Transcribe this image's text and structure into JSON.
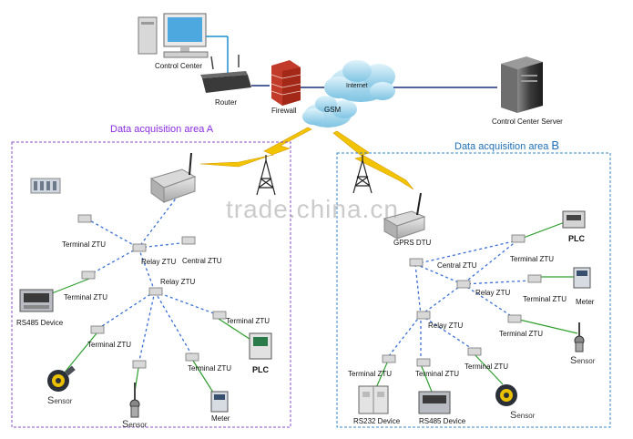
{
  "top": {
    "control_center": "Control Center",
    "router": "Router",
    "firewall": "Firewall",
    "internet": "Internet",
    "gsm": "GSM",
    "server": "Control Center Server"
  },
  "areas": {
    "a_title": "Data acquisition area A",
    "b_title_prefix": "Data acquisition area ",
    "b_title_letter": "B"
  },
  "area_a": {
    "terminal_ztu_1": "Terminal ZTU",
    "relay_ztu_1": "Relay ZTU",
    "central_ztu": "Central ZTU",
    "terminal_ztu_2": "Terminal ZTU",
    "rs485": "RS485 Device",
    "relay_ztu_2": "Relay ZTU",
    "terminal_ztu_3": "Terminal ZTU",
    "terminal_ztu_4": "Terminal ZTU",
    "terminal_ztu_5": "Terminal ZTU",
    "plc": "PLC",
    "meter": "Meter",
    "sensor_1_cap": "S",
    "sensor_1_rest": "ensor",
    "sensor_2_cap": "S",
    "sensor_2_rest": "ensor"
  },
  "area_b": {
    "gprs_dtu": "GPRS DTU",
    "central_ztu": "Central ZTU",
    "terminal_ztu_1": "Terminal ZTU",
    "plc": "PLC",
    "relay_ztu_1": "Relay ZTU",
    "terminal_ztu_2": "Terminal ZTU",
    "meter": "Meter",
    "relay_ztu_2": "Relay ZTU",
    "terminal_ztu_3": "Terminal ZTU",
    "terminal_ztu_4": "Terminal ZTU",
    "terminal_ztu_5": "Terminal ZTU",
    "terminal_ztu_6": "Terminal ZTU",
    "rs232": "RS232 Device",
    "rs485": "RS485 Device",
    "sensor_1_cap": "S",
    "sensor_1_rest": "ensor",
    "sensor_2_cap": "S",
    "sensor_2_rest": "ensor"
  },
  "watermark": "trade.china.cn",
  "colors": {
    "area_a_border": "#8a4fc8",
    "area_b_border": "#3a86c8",
    "wireless_link": "#3a6fd8",
    "wired_link": "#2ea02e",
    "lightning": "#f0c000",
    "backbone": "#1a2f7a"
  }
}
